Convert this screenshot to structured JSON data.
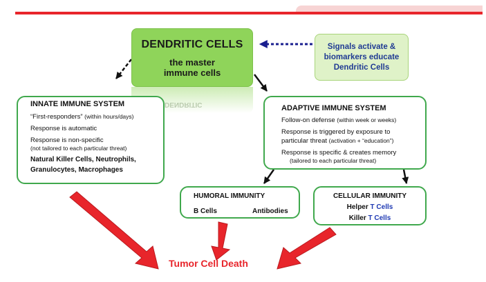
{
  "dendritic": {
    "title": "DENDRITIC CELLS",
    "subtitle_line1": "the master",
    "subtitle_line2": "immune cells"
  },
  "reflection_text": "DENDRITIC",
  "signals": {
    "line1": "Signals activate &",
    "line2": "biomarkers educate",
    "line3": "Dendritic Cells"
  },
  "innate": {
    "title": "INNATE IMMUNE SYSTEM",
    "first_responders": "“First-responders”",
    "first_responders_note": "(within hours/days)",
    "automatic": "Response is automatic",
    "nonspecific": "Response is non-specific",
    "nonspecific_note": "(not tailored to each particular threat)",
    "cells_line1": "Natural Killer Cells,  Neutrophils,",
    "cells_line2": "Granulocytes,  Macrophages"
  },
  "adaptive": {
    "title": "ADAPTIVE IMMUNE SYSTEM",
    "followon": "Follow-on defense",
    "followon_note": "(within week or weeks)",
    "triggered_line1": "Response is triggered by exposure to",
    "triggered_line2": "particular threat",
    "triggered_note": "(activation + “education”)",
    "specific": "Response is specific & creates memory",
    "specific_note": "(tailored to each particular threat)"
  },
  "humoral": {
    "title": "HUMORAL IMMUNITY",
    "b_cells": "B Cells",
    "antibodies": "Antibodies"
  },
  "cellular": {
    "title": "CELLULAR IMMUNITY",
    "helper": "Helper",
    "killer": "Killer",
    "t_cells": "T Cells"
  },
  "outcome": "Tumor Cell Death",
  "colors": {
    "accent_red": "#e8252b",
    "box_green": "#3fa84c",
    "dc_green": "#8fd45a",
    "signal_blue": "#1f3a93"
  }
}
